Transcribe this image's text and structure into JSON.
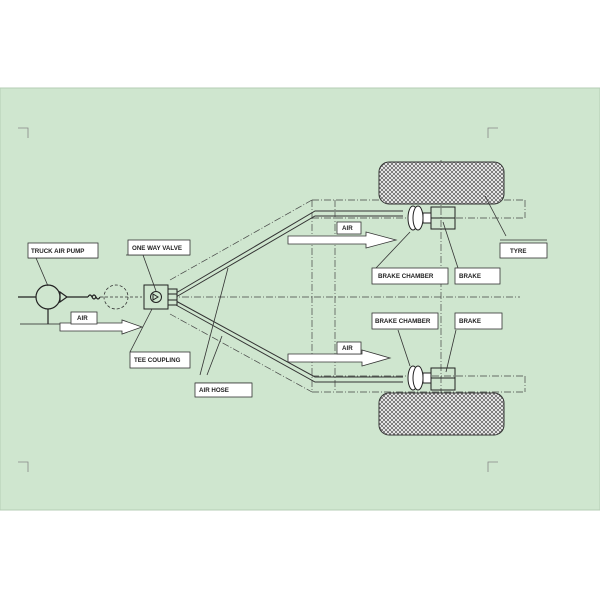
{
  "colors": {
    "panel": "#cfe6cf",
    "panel_border": "#b5cdb5",
    "line": "#333333",
    "label_fill": "#ffffff",
    "tyre_hatch": "#666666"
  },
  "labels": {
    "truck_air_pump": "TRUCK AIR PUMP",
    "one_way_valve": "ONE WAY VALVE",
    "tee_coupling": "TEE COUPLING",
    "air_hose": "AIR HOSE",
    "air_left": "AIR",
    "air_top": "AIR",
    "air_bottom": "AIR",
    "brake_chamber_top": "BRAKE CHAMBER",
    "brake_top": "BRAKE",
    "tyre": "TYRE",
    "brake_chamber_bottom": "BRAKE CHAMBER",
    "brake_bottom": "BRAKE"
  }
}
